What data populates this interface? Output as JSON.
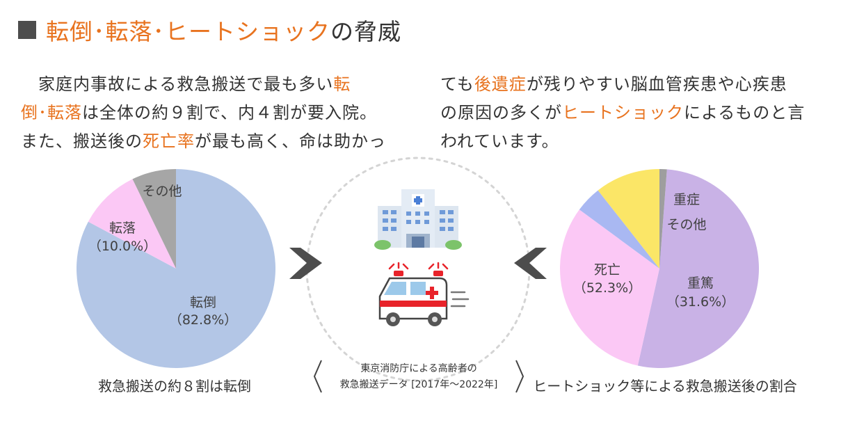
{
  "heading": {
    "accent_text": "転倒･転落･ヒートショック",
    "dark_text": "の脅威"
  },
  "paragraph_left": {
    "lines": [
      [
        {
          "t": "　家庭内事故による救急搬送で最も多い",
          "hl": false
        },
        {
          "t": "転",
          "hl": true
        }
      ],
      [
        {
          "t": "倒･転落",
          "hl": true
        },
        {
          "t": "は全体の約９割で、内４割が要入院。",
          "hl": false
        }
      ],
      [
        {
          "t": "また、搬送後の",
          "hl": false
        },
        {
          "t": "死亡率",
          "hl": true
        },
        {
          "t": "が最も高く、命は助かっ",
          "hl": false
        }
      ]
    ]
  },
  "paragraph_right": {
    "lines": [
      [
        {
          "t": "ても",
          "hl": false
        },
        {
          "t": "後遺症",
          "hl": true
        },
        {
          "t": "が残りやすい脳血管疾患や心疾患",
          "hl": false
        }
      ],
      [
        {
          "t": "の原因の多くが",
          "hl": false
        },
        {
          "t": "ヒートショック",
          "hl": true
        },
        {
          "t": "によるものと言",
          "hl": false
        }
      ],
      [
        {
          "t": "われています。",
          "hl": false
        }
      ]
    ]
  },
  "colors": {
    "accent": "#e8731f",
    "text": "#333333",
    "arrow": "#4d4d4d",
    "falls_pie": {
      "転倒": "#b3c6e6",
      "転落": "#fbc8f5",
      "その他": "#a6a6a6"
    },
    "heatshock_pie": {
      "死亡": "#c9b2e6",
      "重篤": "#fbc8f5",
      "blue_slice": "#a9b8f2",
      "重症・その他": "#fbe667",
      "gray_slice": "#9e9e9e"
    }
  },
  "chart_data": [
    {
      "type": "pie",
      "slices": [
        {
          "label": "転倒",
          "value_label": "（82.8%）",
          "value": 82.8,
          "color": "#b3c6e6"
        },
        {
          "label": "転落",
          "value_label": "（10.0%）",
          "value": 10.0,
          "color": "#fbc8f5"
        },
        {
          "label": "その他",
          "value_label": "",
          "value": 7.2,
          "color": "#a6a6a6"
        }
      ],
      "caption": "救急搬送の約８割は転倒"
    },
    {
      "type": "pie",
      "slices": [
        {
          "label": "死亡",
          "value_label": "（52.3%）",
          "value": 52.3,
          "color": "#c9b2e6"
        },
        {
          "label": "重篤",
          "value_label": "（31.6%）",
          "value": 31.6,
          "color": "#fbc8f5"
        },
        {
          "label": "",
          "value_label": "",
          "value": 4.3,
          "color": "#a9b8f2"
        },
        {
          "label": "重症",
          "label2": "その他",
          "value_label": "",
          "value": 10.6,
          "color": "#fbe667"
        },
        {
          "label": "",
          "value_label": "",
          "value": 1.2,
          "color": "#9e9e9e"
        }
      ],
      "caption": "ヒートショック等による救急搬送後の割合"
    }
  ],
  "center": {
    "source_line1": "東京消防庁による高齢者の",
    "source_line2": "救急搬送データ [2017年～2022年]",
    "hospital_icon": "hospital-icon",
    "ambulance_icon": "ambulance-icon",
    "arrow_icon": "arrow-right-icon"
  }
}
